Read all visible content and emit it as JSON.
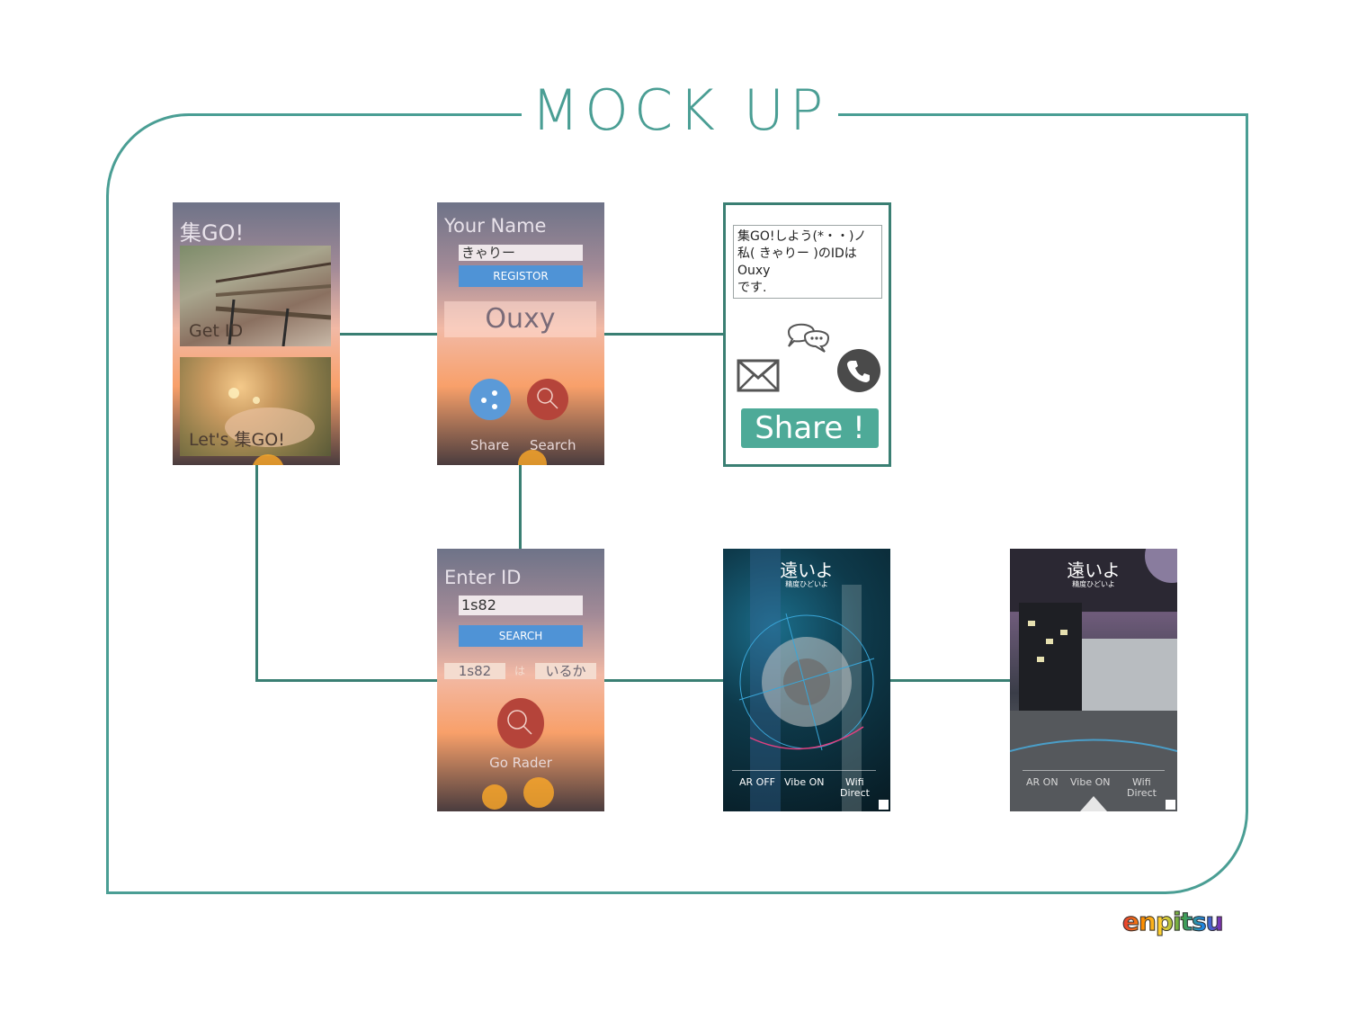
{
  "page": {
    "title": "MOCK UP"
  },
  "screens": {
    "home": {
      "app_title": "集GO!",
      "get_id_label": "Get ID",
      "share_label": "Let's 集GO!"
    },
    "register": {
      "heading": "Your Name",
      "name_value": "きゃりー",
      "register_button": "REGISTOR",
      "id_value": "Ouxy",
      "share_label": "Share",
      "search_label": "Search"
    },
    "share_dialog": {
      "message_lines": [
        "集GO!しよう(*・・)ノ",
        "私( きゃりー )のIDは",
        "Ouxy",
        "です."
      ],
      "share_button": "Share !"
    },
    "search": {
      "heading": "Enter ID",
      "id_value": "1s82",
      "search_button": "SEARCH",
      "result_id": "1s82",
      "result_particle": "は",
      "result_status": "いるか",
      "go_label": "Go Rader"
    },
    "radar_ar_off": {
      "title": "遠いよ",
      "subtitle": "精度ひどいよ",
      "ar": "AR OFF",
      "vibe": "Vibe ON",
      "wifi_line1": "Wifi",
      "wifi_line2": "Direct"
    },
    "radar_ar_on": {
      "title": "遠いよ",
      "subtitle": "精度ひどいよ",
      "ar": "AR ON",
      "vibe": "Vibe ON",
      "wifi_line1": "Wifi",
      "wifi_line2": "Direct"
    }
  },
  "brand": {
    "logo": "enpitsu"
  },
  "colors": {
    "accent": "#4a9e94",
    "connector": "#3a7f73",
    "button_blue": "#4f93d6",
    "search_red": "#b5443a"
  },
  "icons": [
    "share-icon",
    "search-icon",
    "chat-icon",
    "mail-icon",
    "phone-icon"
  ]
}
